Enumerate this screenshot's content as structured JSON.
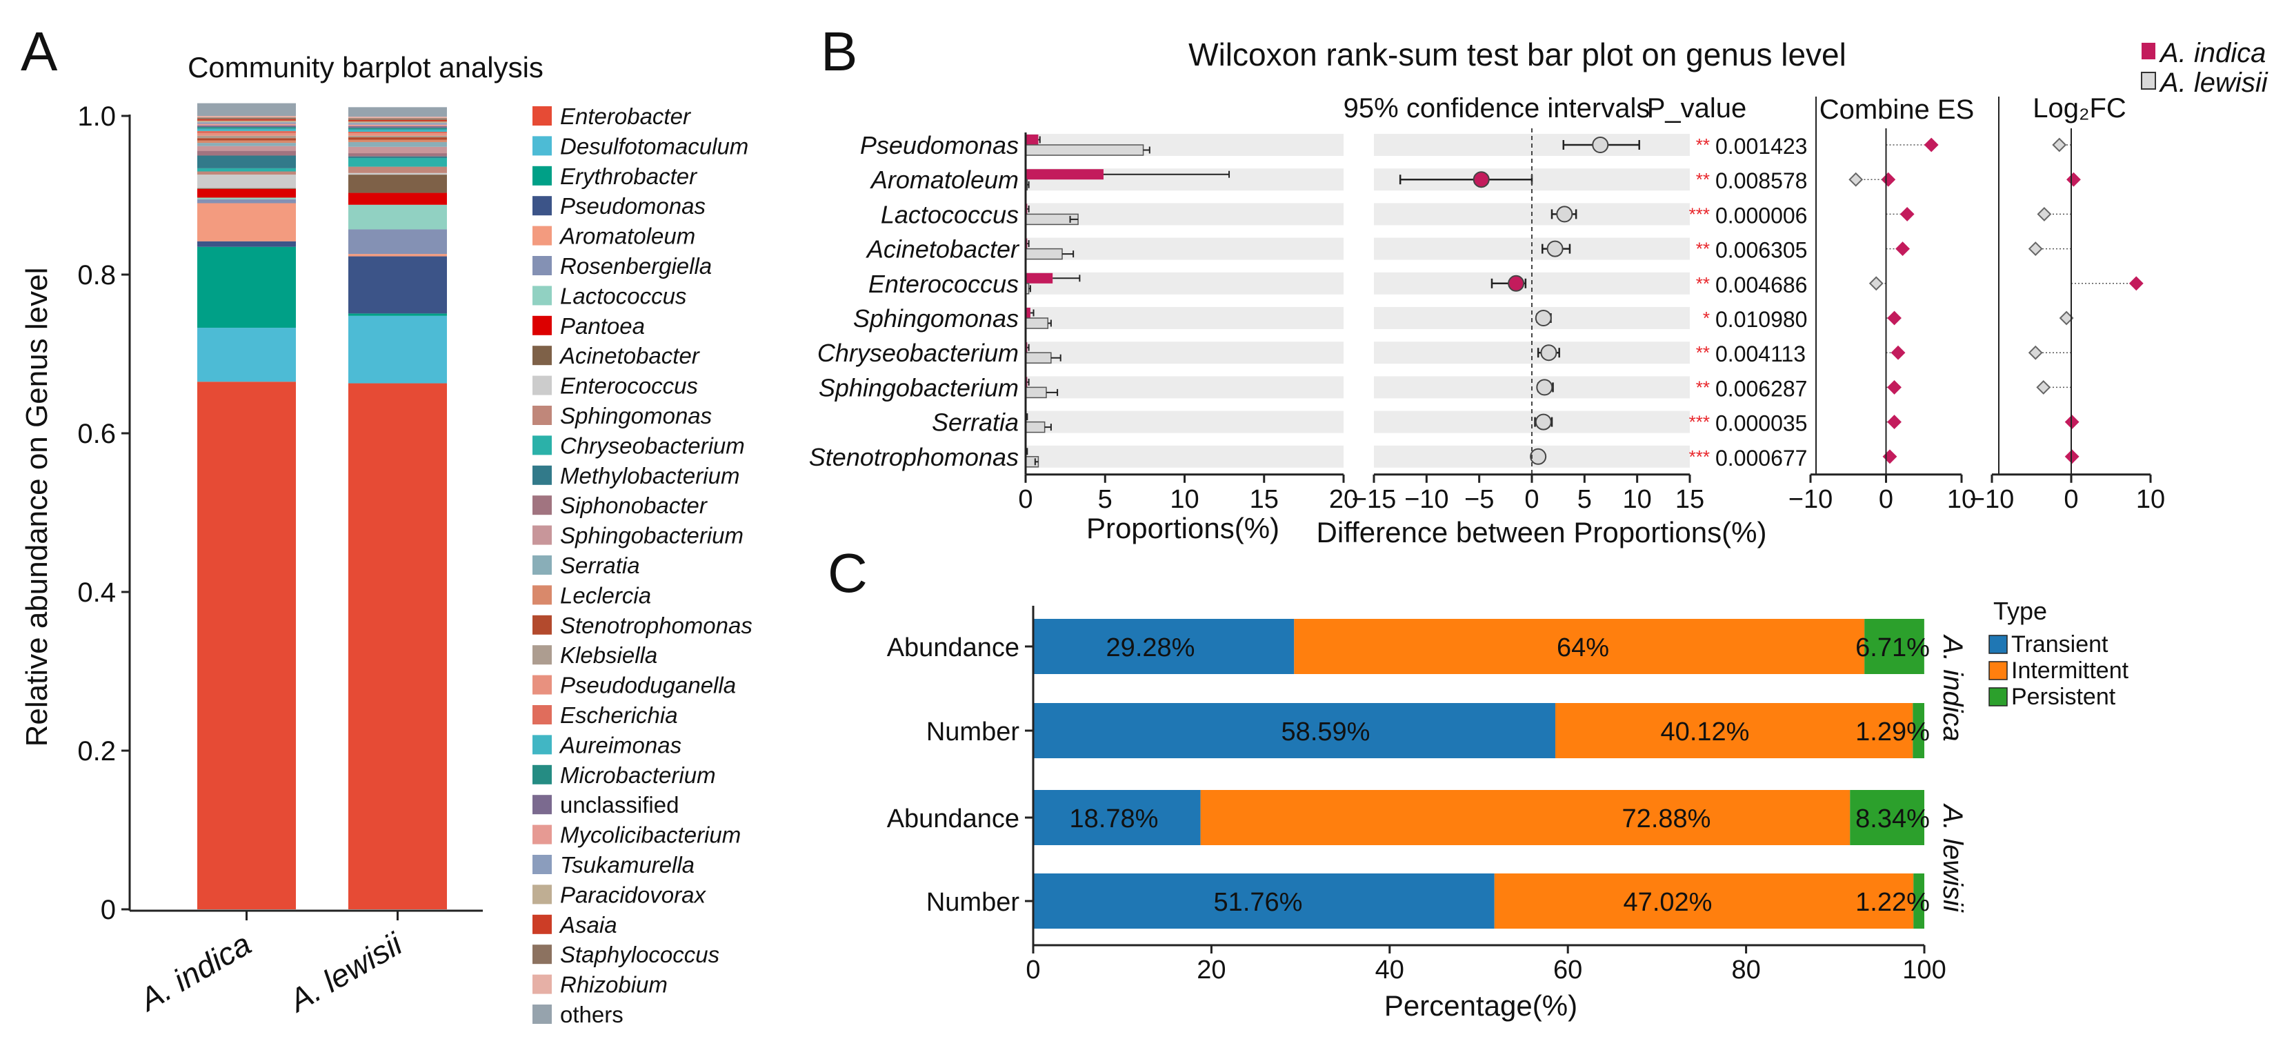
{
  "panel_labels": [
    "A",
    "B",
    "C"
  ],
  "colors": {
    "indica": "#c31b5c",
    "lewisii": "#d9d9d9",
    "row_band": "#ececec",
    "transient": "#1f77b4",
    "intermittent": "#ff7f0e",
    "persistent": "#2ca02c"
  },
  "chart_data": [
    {
      "id": "A",
      "type": "bar",
      "stacked": true,
      "title": "Community barplot analysis",
      "ylabel": "Relative abundance on Genus level",
      "xlabel": "",
      "ylim": [
        0,
        1.0
      ],
      "yticks": [
        0,
        0.2,
        0.4,
        0.6,
        0.8,
        1.0
      ],
      "ytick_labels": [
        "0",
        "0.2",
        "0.4",
        "0.6",
        "0.8",
        "1.0"
      ],
      "categories": [
        "A. indica",
        "A. lewisii"
      ],
      "legend_position": "right",
      "series": [
        {
          "name": "Enterobacter",
          "color": "#e64b35",
          "values": [
            0.665,
            0.663
          ]
        },
        {
          "name": "Desulfotomaculum",
          "color": "#4dbbd5",
          "values": [
            0.068,
            0.085
          ]
        },
        {
          "name": "Erythrobacter",
          "color": "#00a087",
          "values": [
            0.102,
            0.003
          ]
        },
        {
          "name": "Pseudomonas",
          "color": "#3c5488",
          "values": [
            0.007,
            0.072
          ]
        },
        {
          "name": "Aromatoleum",
          "color": "#f39b7f",
          "values": [
            0.048,
            0.003
          ]
        },
        {
          "name": "Rosenbergiella",
          "color": "#8491b4",
          "values": [
            0.005,
            0.031
          ]
        },
        {
          "name": "Lactococcus",
          "color": "#91d1c2",
          "values": [
            0.002,
            0.031
          ]
        },
        {
          "name": "Pantoea",
          "color": "#dc0000",
          "values": [
            0.011,
            0.015
          ]
        },
        {
          "name": "Acinetobacter",
          "color": "#7e6148",
          "values": [
            0.001,
            0.023
          ]
        },
        {
          "name": "Enterococcus",
          "color": "#cccccc",
          "values": [
            0.017,
            0.002
          ]
        },
        {
          "name": "Sphingomonas",
          "color": "#c0877a",
          "values": [
            0.004,
            0.008
          ]
        },
        {
          "name": "Chryseobacterium",
          "color": "#2bb1a9",
          "values": [
            0.004,
            0.011
          ]
        },
        {
          "name": "Methylobacterium",
          "color": "#327a8a",
          "values": [
            0.016,
            0.002
          ]
        },
        {
          "name": "Siphonobacter",
          "color": "#a17480",
          "values": [
            0.006,
            0.004
          ]
        },
        {
          "name": "Sphingobacterium",
          "color": "#c8969a",
          "values": [
            0.006,
            0.008
          ]
        },
        {
          "name": "Serratia",
          "color": "#89aeb8",
          "values": [
            0.004,
            0.006
          ]
        },
        {
          "name": "Leclercia",
          "color": "#d9896b",
          "values": [
            0.003,
            0.003
          ]
        },
        {
          "name": "Stenotrophomonas",
          "color": "#b34a2d",
          "values": [
            0.003,
            0.003
          ]
        },
        {
          "name": "Klebsiella",
          "color": "#ad9d90",
          "values": [
            0.003,
            0.002
          ]
        },
        {
          "name": "Pseudoduganella",
          "color": "#e8917f",
          "values": [
            0.003,
            0.003
          ]
        },
        {
          "name": "Escherichia",
          "color": "#e06d5c",
          "values": [
            0.003,
            0.002
          ]
        },
        {
          "name": "Aureimonas",
          "color": "#41b6c4",
          "values": [
            0.003,
            0.003
          ]
        },
        {
          "name": "Microbacterium",
          "color": "#258c83",
          "values": [
            0.002,
            0.002
          ]
        },
        {
          "name": "unclassified",
          "color": "#7b6a8f",
          "values": [
            0.002,
            0.002
          ]
        },
        {
          "name": "Mycolicibacterium",
          "color": "#e69a93",
          "values": [
            0.002,
            0.002
          ]
        },
        {
          "name": "Tsukamurella",
          "color": "#8b9dbd",
          "values": [
            0.002,
            0.002
          ]
        },
        {
          "name": "Paracidovorax",
          "color": "#bfae93",
          "values": [
            0.002,
            0.002
          ]
        },
        {
          "name": "Asaia",
          "color": "#cc3d26",
          "values": [
            0.002,
            0.002
          ]
        },
        {
          "name": "Staphylococcus",
          "color": "#8c7260",
          "values": [
            0.002,
            0.002
          ]
        },
        {
          "name": "Rhizobium",
          "color": "#e6b0a6",
          "values": [
            0.002,
            0.002
          ]
        },
        {
          "name": "others",
          "color": "#96a3ad",
          "values": [
            0.016,
            0.012
          ]
        }
      ]
    },
    {
      "id": "B",
      "type": "bar",
      "title": "Wilcoxon rank-sum test bar plot on genus level",
      "legend": [
        "A. indica",
        "A. lewisii"
      ],
      "legend_position": "top-right",
      "genera": [
        "Pseudomonas",
        "Aromatoleum",
        "Lactococcus",
        "Acinetobacter",
        "Enterococcus",
        "Sphingomonas",
        "Chryseobacterium",
        "Sphingobacterium",
        "Serratia",
        "Stenotrophomonas"
      ],
      "proportions": {
        "xlabel": "Proportions(%)",
        "xlim": [
          0,
          20
        ],
        "xticks": [
          0,
          5,
          10,
          15,
          20
        ],
        "indica": [
          0.8,
          4.9,
          0.1,
          0.1,
          1.7,
          0.3,
          0.1,
          0.1,
          0.05,
          0.05
        ],
        "indica_err": [
          0.9,
          12.8,
          0.2,
          0.2,
          3.4,
          0.5,
          0.2,
          0.2,
          0.1,
          0.1
        ],
        "lewisii": [
          7.4,
          0.1,
          3.3,
          2.3,
          0.2,
          1.4,
          1.6,
          1.3,
          1.2,
          0.8
        ],
        "lewisii_err": [
          7.8,
          0.2,
          2.8,
          3.0,
          0.3,
          1.6,
          2.2,
          2.0,
          1.6,
          0.6
        ]
      },
      "difference": {
        "title": "95% confidence intervals",
        "xlabel": "Difference between Proportions(%)",
        "xlim": [
          -15,
          15
        ],
        "xticks": [
          -15,
          -10,
          -5,
          0,
          5,
          10,
          15
        ],
        "values": [
          6.5,
          -4.8,
          3.1,
          2.2,
          -1.5,
          1.1,
          1.6,
          1.2,
          1.1,
          0.6
        ],
        "ci_low": [
          3.0,
          -12.5,
          1.9,
          1.0,
          -3.8,
          0.5,
          0.6,
          0.6,
          0.3,
          0.4
        ],
        "ci_high": [
          10.2,
          0.0,
          4.2,
          3.6,
          -0.6,
          1.8,
          2.6,
          2.0,
          1.9,
          0.8
        ],
        "group": [
          "lewisii",
          "indica",
          "lewisii",
          "lewisii",
          "indica",
          "lewisii",
          "lewisii",
          "lewisii",
          "lewisii",
          "lewisii"
        ]
      },
      "p_value": {
        "title": "P_value",
        "stars": [
          "**",
          "**",
          "***",
          "**",
          "**",
          "*",
          "**",
          "**",
          "***",
          "***"
        ],
        "values": [
          "0.001423",
          "0.008578",
          "0.000006",
          "0.006305",
          "0.004686",
          "0.010980",
          "0.004113",
          "0.006287",
          "0.000035",
          "0.000677"
        ]
      },
      "combine_es": {
        "title": "Combine ES",
        "xlim": [
          -10,
          10
        ],
        "xticks": [
          -10,
          0,
          10
        ],
        "indica": [
          6.0,
          0.3,
          2.8,
          2.2,
          null,
          1.1,
          1.6,
          1.1,
          1.1,
          0.5
        ],
        "lewisii": [
          null,
          -4.0,
          null,
          null,
          -1.3,
          null,
          null,
          null,
          null,
          null
        ]
      },
      "log2fc": {
        "title": "Log₂FC",
        "xlim": [
          -10,
          10
        ],
        "xticks": [
          -10,
          0,
          10
        ],
        "indica": [
          null,
          0.3,
          null,
          null,
          8.2,
          null,
          null,
          null,
          0.1,
          0.1
        ],
        "lewisii": [
          -1.5,
          null,
          -3.4,
          -4.5,
          null,
          -0.6,
          -4.5,
          -3.5,
          null,
          null
        ]
      }
    },
    {
      "id": "C",
      "type": "bar",
      "stacked": true,
      "orientation": "horizontal",
      "xlabel": "Percentage(%)",
      "xlim": [
        0,
        100
      ],
      "xticks": [
        0,
        20,
        40,
        60,
        80,
        100
      ],
      "legend_title": "Type",
      "legend_position": "right",
      "categories": [
        "Abundance",
        "Number",
        "Abundance",
        "Number"
      ],
      "group_labels": [
        "A. indica",
        "A. lewisii"
      ],
      "series": [
        {
          "name": "Transient",
          "values": [
            29.28,
            58.59,
            18.78,
            51.76
          ],
          "labels": [
            "29.28%",
            "58.59%",
            "18.78%",
            "51.76%"
          ]
        },
        {
          "name": "Intermittent",
          "values": [
            64.0,
            40.12,
            72.88,
            47.02
          ],
          "labels": [
            "64%",
            "40.12%",
            "72.88%",
            "47.02%"
          ]
        },
        {
          "name": "Persistent",
          "values": [
            6.71,
            1.29,
            8.34,
            1.22
          ],
          "labels": [
            "6.71%",
            "1.29%",
            "8.34%",
            "1.22%"
          ]
        }
      ]
    }
  ]
}
